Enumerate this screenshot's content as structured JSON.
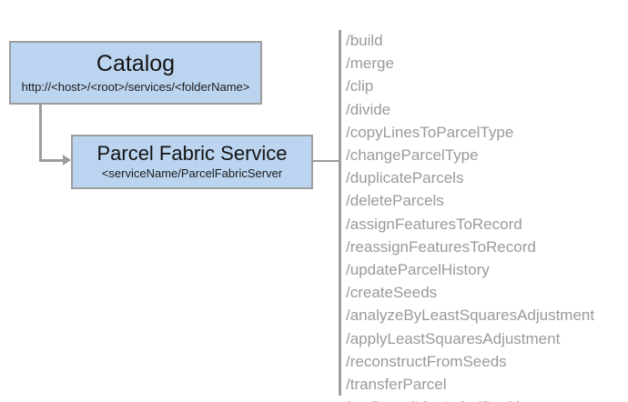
{
  "diagram": {
    "nodes": [
      {
        "id": "catalog",
        "title": "Catalog",
        "subtitle": "http://<host>/<root>/services/<folderName>"
      },
      {
        "id": "parcel-fabric-service",
        "title": "Parcel Fabric Service",
        "subtitle": "<serviceName/ParcelFabricServer"
      }
    ],
    "operations": [
      "/build",
      "/merge",
      "/clip",
      "/divide",
      "/copyLinesToParcelType",
      "/changeParcelType",
      "/duplicateParcels",
      "/deleteParcels",
      "/assignFeaturesToRecord",
      "/reassignFeaturesToRecord",
      "/updateParcelHistory",
      "/createSeeds",
      "/analyzeByLeastSquaresAdjustment",
      "/applyLeastSquaresAdjustment",
      "/reconstructFromSeeds",
      "/transferParcel",
      "/setParcelLineLabelPosition"
    ],
    "colors": {
      "node_fill": "#bbd4ef",
      "node_border": "#9d9d9d",
      "connector": "#9d9d9d",
      "operation_text": "#9a9a9a",
      "node_text": "#131313",
      "background": "#ffffff"
    }
  }
}
